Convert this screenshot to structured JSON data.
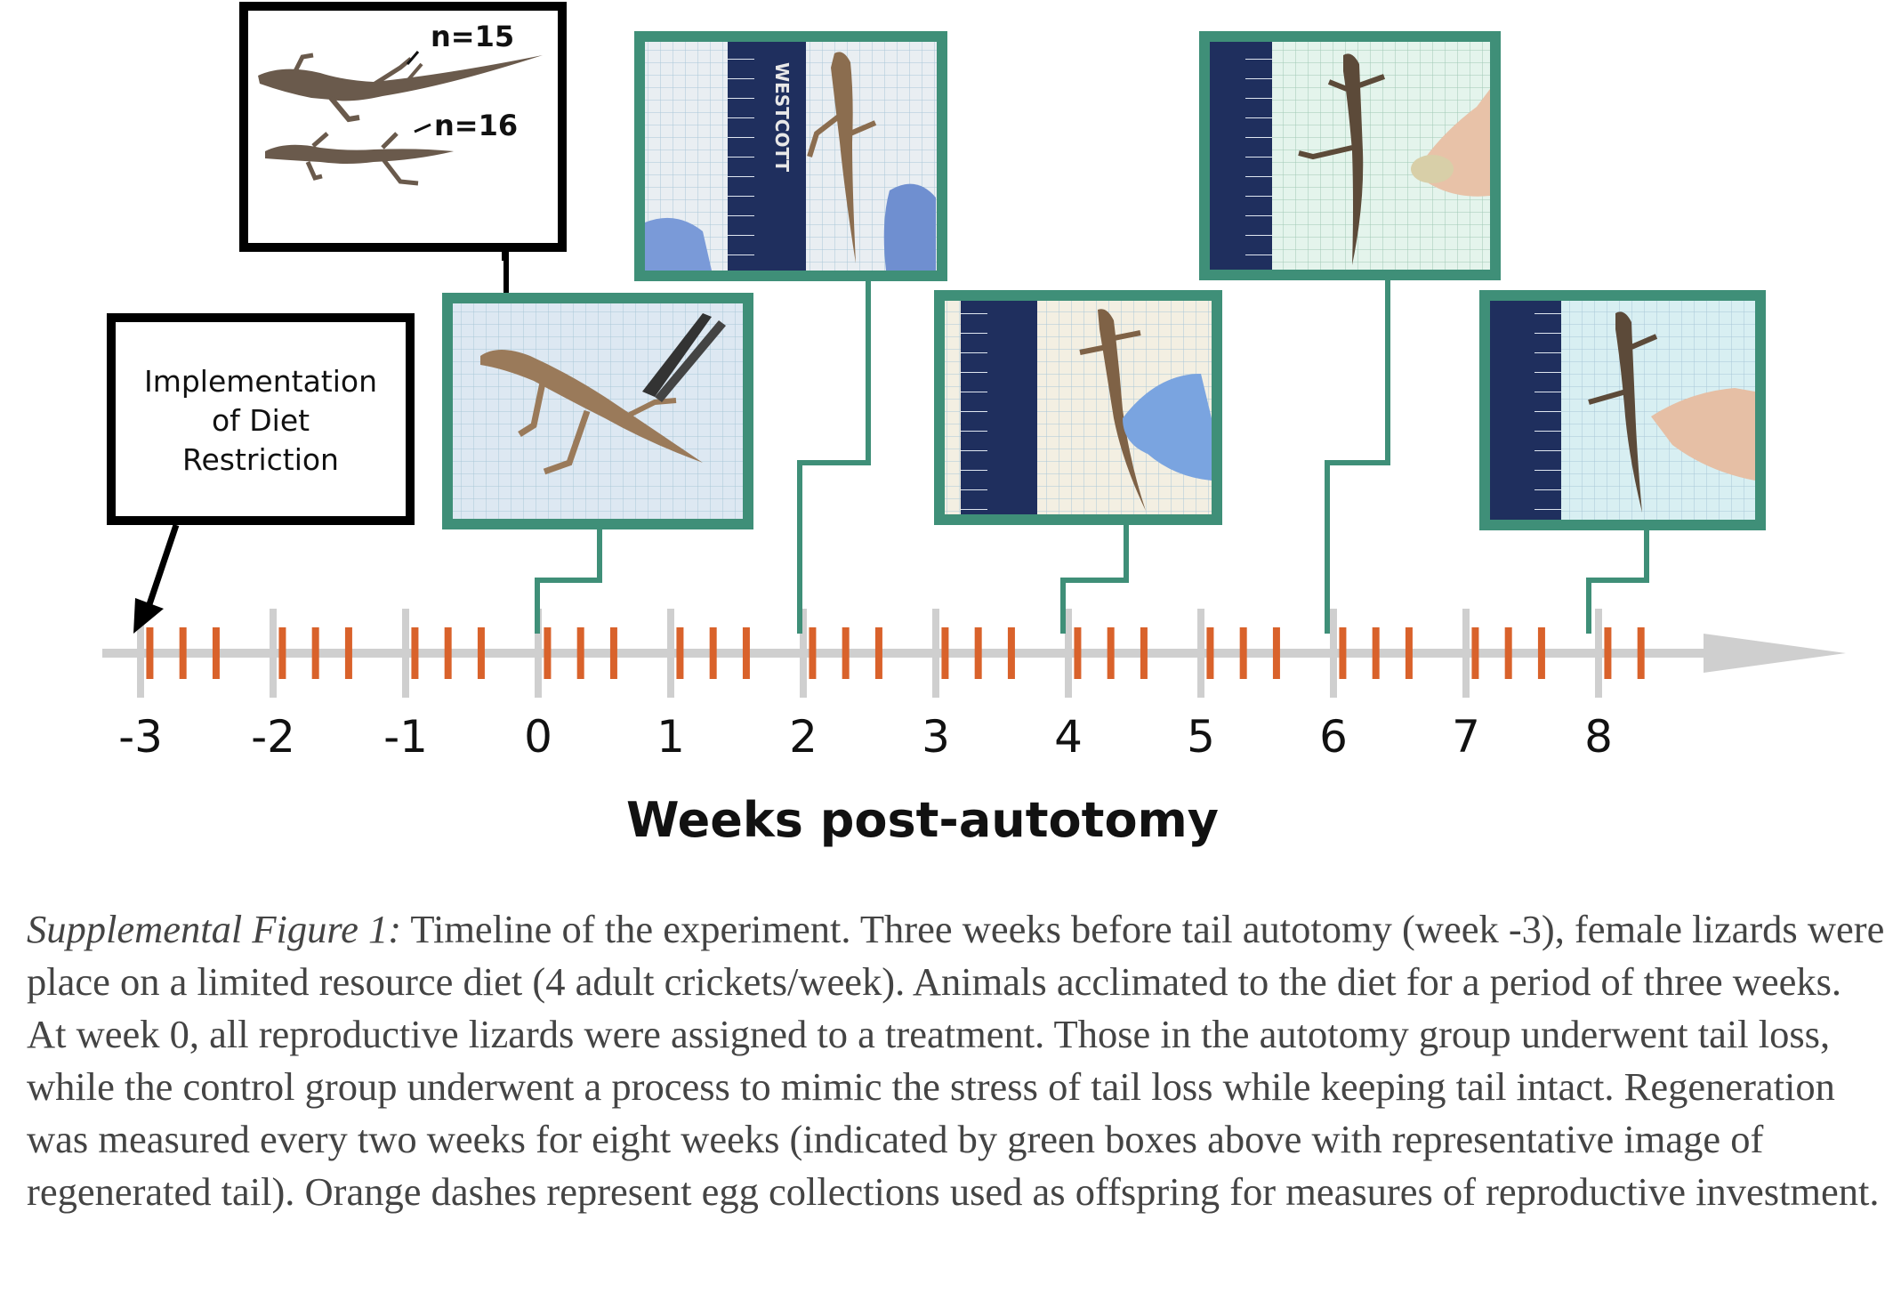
{
  "timeline": {
    "weeks": [
      "-3",
      "-2",
      "-1",
      "0",
      "1",
      "2",
      "3",
      "4",
      "5",
      "6",
      "7",
      "8"
    ],
    "axis_title": "Weeks post-autotomy",
    "egg_collection_dashes_per_week": 3
  },
  "diet_box": {
    "lines": [
      "Implementation",
      "of Diet",
      "Restriction"
    ]
  },
  "sample_box": {
    "group_a_label": "n=15",
    "group_b_label": "n=16"
  },
  "measurement_weeks": [
    "0",
    "2",
    "4",
    "6",
    "8"
  ],
  "ruler_brand": "WESTCOTT",
  "caption": {
    "label": "Supplemental Figure 1:",
    "text": " Timeline of the experiment. Three weeks before tail autotomy (week -3), female lizards were place on a limited resource diet (4 adult crickets/week). Animals acclimated to the diet for a period of three weeks. At week 0, all reproductive lizards were assigned to a treatment. Those in the autotomy group underwent tail loss, while the control group underwent a process to mimic the stress of tail loss while keeping tail intact. Regeneration was measured every two weeks for eight weeks (indicated by green boxes above with representative image of regenerated tail). Orange dashes represent egg collections used as offspring for measures of reproductive investment."
  },
  "colors": {
    "green_frame": "#3f8f78",
    "orange_dash": "#d9622b",
    "axis_gray": "#cfcfcf",
    "caption_text": "#444444"
  }
}
